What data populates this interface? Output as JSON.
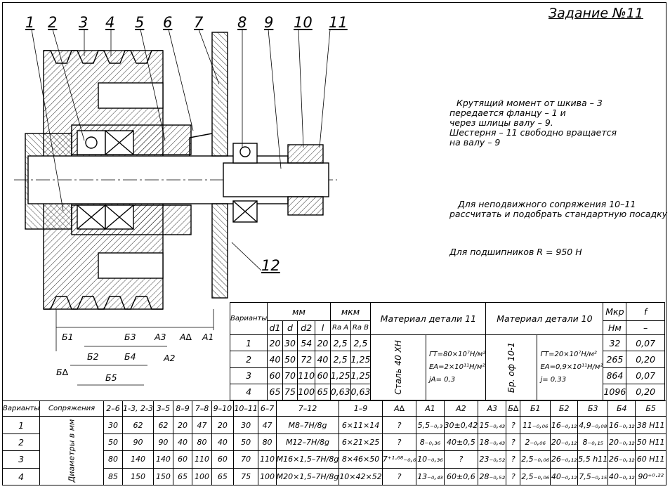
{
  "title": "Задание №11",
  "part_labels": [
    "1",
    "2",
    "3",
    "4",
    "5",
    "6",
    "7",
    "8",
    "9",
    "10",
    "11",
    "12"
  ],
  "notes": {
    "torque": [
      "Крутящий момент от шкива – 3",
      "передается фланцу – 1 и",
      "через шлицы валу – 9.",
      "Шестерня – 11 свободно вращается",
      "на валу – 9"
    ],
    "fit": [
      "Для неподвижного сопряжения 10–11",
      "рассчитать и подобрать стандартную посадку"
    ],
    "bearing": "Для подшипников R = 950 Н"
  },
  "dim_labels": [
    "Б1",
    "Б3",
    "А3",
    "А∆",
    "А1",
    "Б2",
    "Б4",
    "А2",
    "Б∆",
    "Б5"
  ],
  "upper_table": {
    "h_variants": "Варианты",
    "h_mm": "мм",
    "h_mkm": "мкм",
    "h_mat11": "Материал детали 11",
    "h_mat10": "Материал детали 10",
    "h_mkp": "Мкр",
    "h_mkp_unit": "Нм",
    "h_f": "f",
    "h_f_unit": "–",
    "sub": [
      "d1",
      "d",
      "d2",
      "l",
      "Ra A",
      "Ra B"
    ],
    "mat11_name": "Сталь 40 ХН",
    "mat11_props": [
      "ГТ=80×10⁷Н/м²",
      "ЕА=2×10¹¹Н/м²",
      "jА= 0,3"
    ],
    "mat10_name": "Бр. оф 10-1",
    "mat10_props": [
      "ГТ=20×10⁷Н/м²",
      "ЕА=0,9×10¹¹Н/м²",
      "j= 0,33"
    ],
    "rows": [
      {
        "v": "1",
        "d1": "20",
        "d": "30",
        "d2": "54",
        "l": "20",
        "ra": "2,5",
        "rb": "2,5",
        "m": "32",
        "f": "0,07"
      },
      {
        "v": "2",
        "d1": "40",
        "d": "50",
        "d2": "72",
        "l": "40",
        "ra": "2,5",
        "rb": "1,25",
        "m": "265",
        "f": "0,20"
      },
      {
        "v": "3",
        "d1": "60",
        "d": "70",
        "d2": "110",
        "l": "60",
        "ra": "1,25",
        "rb": "1,25",
        "m": "864",
        "f": "0,07"
      },
      {
        "v": "4",
        "d1": "65",
        "d": "75",
        "d2": "100",
        "l": "65",
        "ra": "0,63",
        "rb": "0,63",
        "m": "1096",
        "f": "0,20"
      }
    ]
  },
  "lower_table": {
    "headers": [
      "Варианты",
      "Сопряжения",
      "2–6",
      "1-3, 2-3",
      "3–5",
      "8–9",
      "7–8",
      "9–10",
      "10–11",
      "6–7",
      "7–12",
      "1–9",
      "А∆",
      "А1",
      "А2",
      "А3",
      "Б∆",
      "Б1",
      "Б2",
      "Б3",
      "Б4",
      "Б5"
    ],
    "side_label": "Диаметры в мм",
    "rows": [
      [
        "1",
        "30",
        "62",
        "62",
        "20",
        "47",
        "20",
        "30",
        "47",
        "М8–7Н/8g",
        "6×11×14",
        "?",
        "5,5₋₀,₃",
        "30±0,42",
        "15₋₀,₄₃",
        "?",
        "11₋₀,₀₆",
        "16₋₀,₁₂",
        "4,9₋₀,₀₈",
        "16₋₀,₁₂",
        "38 Н11"
      ],
      [
        "2",
        "50",
        "90",
        "90",
        "40",
        "80",
        "40",
        "50",
        "80",
        "М12–7Н/8g",
        "6×21×25",
        "?",
        "8₋₀,₃₆",
        "40±0,5",
        "18₋₀,₄₃",
        "?",
        "2₋₀,₀₆",
        "20₋₀,₁₂",
        "8₋₀,₁₅",
        "20₋₀,₁₂",
        "50 Н11"
      ],
      [
        "3",
        "80",
        "140",
        "140",
        "60",
        "110",
        "60",
        "70",
        "110",
        "М16×1,5–7Н/8g",
        "8×46×50",
        "7⁺¹·⁶⁸₋₀,₆",
        "10₋₀,₃₆",
        "?",
        "23₋₀,₅₂",
        "?",
        "2,5₋₀,₀₆",
        "26₋₀,₁₂",
        "5,5 h11",
        "26₋₀,₁₂",
        "60 Н11"
      ],
      [
        "4",
        "85",
        "150",
        "150",
        "65",
        "100",
        "65",
        "75",
        "100",
        "М20×1,5–7Н/8g",
        "10×42×52",
        "?",
        "13₋₀,₄₃",
        "60±0,6",
        "28₋₀,₅₂",
        "?",
        "2,5₋₀,₀₆",
        "40₋₀,₁₂",
        "7,5₋₀,₁₅",
        "40₋₀,₁₂",
        "90⁺⁰·²²"
      ]
    ]
  }
}
